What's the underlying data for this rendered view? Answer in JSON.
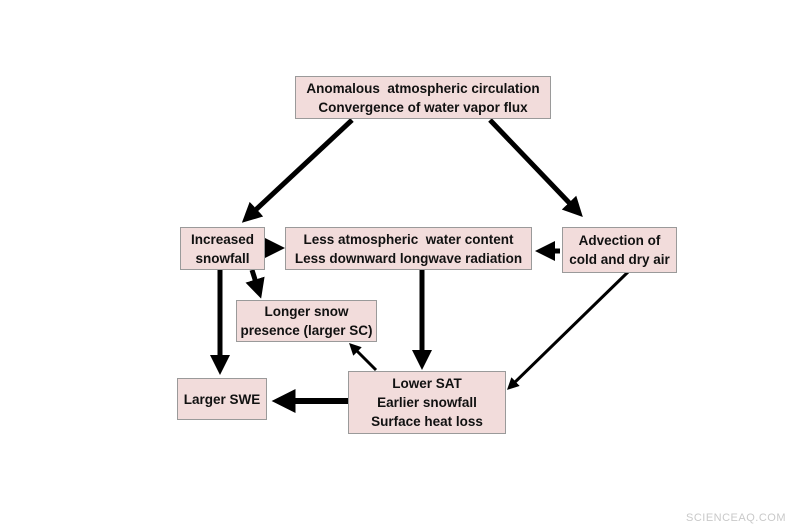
{
  "nodes": {
    "circulation": {
      "lines": [
        "Anomalous  atmospheric circulation",
        "Convergence of water vapor flux"
      ]
    },
    "snowfall": {
      "lines": [
        "Increased",
        "snowfall"
      ]
    },
    "water_content": {
      "lines": [
        "Less atmospheric  water content",
        "Less downward longwave radiation"
      ]
    },
    "advection": {
      "lines": [
        "Advection of",
        "cold and dry air"
      ]
    },
    "snow_presence": {
      "lines": [
        "Longer snow",
        "presence (larger SC)"
      ]
    },
    "swe": {
      "lines": [
        "Larger SWE"
      ]
    },
    "sat": {
      "lines": [
        "Lower SAT",
        "Earlier snowfall",
        "Surface heat loss"
      ]
    }
  },
  "watermark": "SCIENCEAQ.COM",
  "colors": {
    "box_fill": "#f2dcdb",
    "box_border": "#9a9a9a",
    "arrow": "#000000"
  }
}
